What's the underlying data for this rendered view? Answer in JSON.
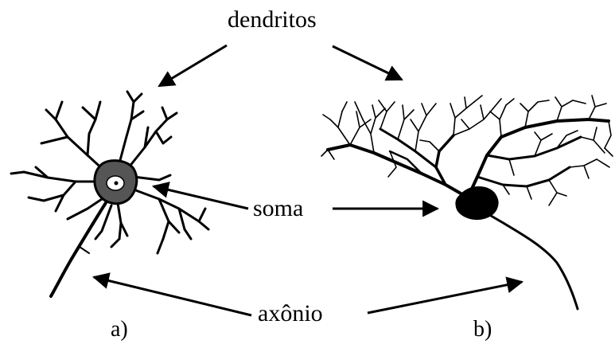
{
  "labels": {
    "dendrites": "dendritos",
    "soma": "soma",
    "axon": "axônio",
    "panel_a": "a)",
    "panel_b": "b)"
  },
  "colors": {
    "ink": "#000000",
    "background": "#ffffff",
    "soma_fill": "#555555",
    "nucleus_fill": "#ffffff"
  }
}
